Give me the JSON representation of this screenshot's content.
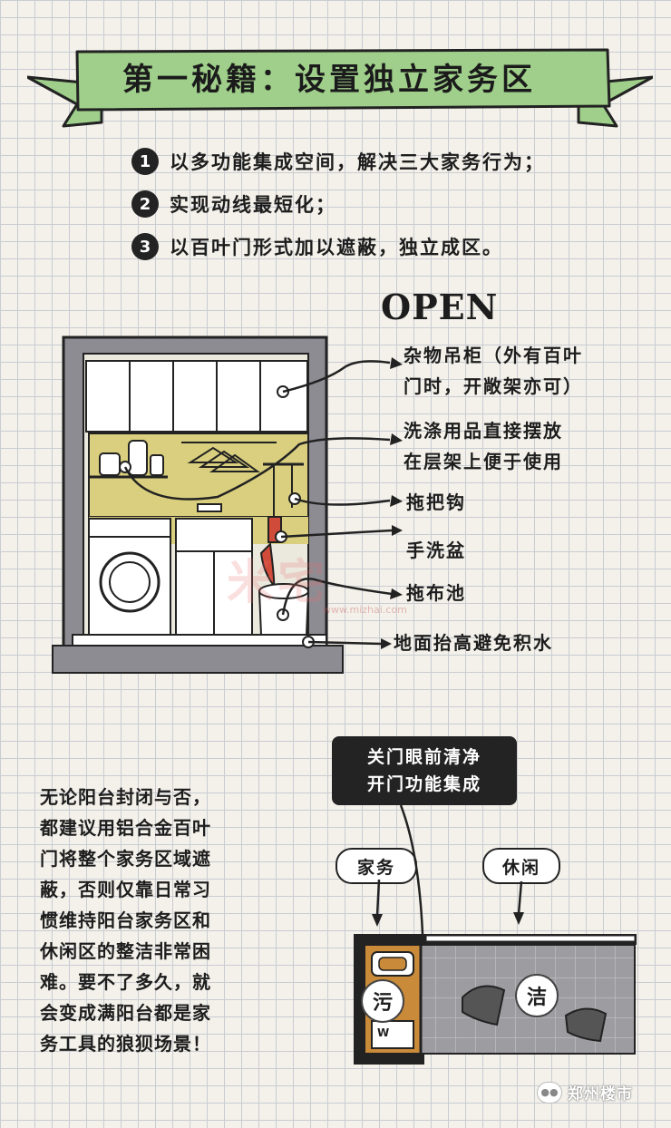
{
  "banner": {
    "title": "第一秘籍：设置独立家务区"
  },
  "list": [
    {
      "num": "1",
      "text": "以多功能集成空间，解决三大家务行为；"
    },
    {
      "num": "2",
      "text": "实现动线最短化；"
    },
    {
      "num": "3",
      "text": "以百叶门形式加以遮蔽，独立成区。"
    }
  ],
  "open_label": "OPEN",
  "annotations": {
    "cabinet": [
      "杂物吊柜（外有百叶",
      "门时，开敞架亦可）"
    ],
    "shelf": [
      "洗涤用品直接摆放",
      "在层架上便于使用"
    ],
    "hook": "拖把钩",
    "basin": "手洗盆",
    "mop_pool": "拖布池",
    "floor": "地面抬高避免积水"
  },
  "note_lines": [
    "无论阳台封闭与否，",
    "都建议用铝合金百叶",
    "门将整个家务区域遮",
    "蔽，否则仅靠日常习",
    "惯维持阳台家务区和",
    "休闲区的整洁非常困",
    "难。要不了多久，就",
    "会变成满阳台都是家",
    "务工具的狼狈场景！"
  ],
  "bubble": [
    "关门眼前清净",
    "开门功能集成"
  ],
  "zones": {
    "chores": "家务",
    "leisure": "休闲"
  },
  "plan_marks": {
    "dirty": "污",
    "clean": "洁",
    "washer": "W"
  },
  "watermark": {
    "text": "米宅",
    "url": "www.mizhai.com"
  },
  "footer": {
    "source": "郑州楼市"
  },
  "colors": {
    "banner_green": "#9fcf8a",
    "cabinet_yellow": "#d9cf7e",
    "floor_orange": "#c98a3a",
    "plan_grey": "#9d9ca1"
  }
}
